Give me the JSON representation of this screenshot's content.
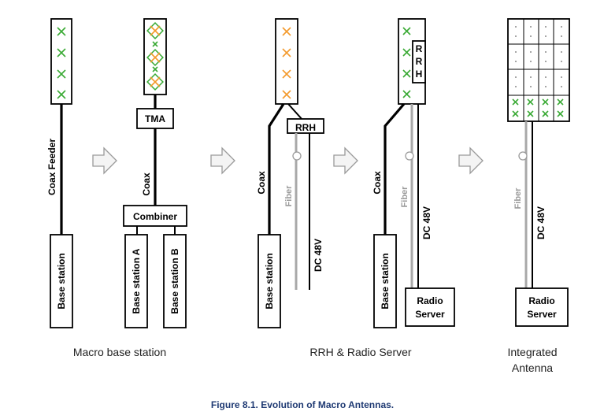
{
  "labels": {
    "coax_feeder": "Coax Feeder",
    "coax": "Coax",
    "tma": "TMA",
    "combiner": "Combiner",
    "base_station": "Base station",
    "base_station_a": "Base station A",
    "base_station_b": "Base station B",
    "rrh": "RRH",
    "rrh_vertical": [
      "R",
      "R",
      "H"
    ],
    "fiber": "Fiber",
    "dc48v": "DC 48V",
    "radio_server_line1": "Radio",
    "radio_server_line2": "Server"
  },
  "captions": {
    "macro": "Macro base station",
    "rrh_radio": "RRH & Radio Server",
    "integrated_line1": "Integrated",
    "integrated_line2": "Antenna"
  },
  "figure_caption": "Figure 8.1.  Evolution of Macro Antennas.",
  "colors": {
    "cross_green": "#3aaa35",
    "cross_orange": "#f39a2c",
    "fiber_gray": "#a8a8a8",
    "caption_blue": "#1f3a73"
  }
}
